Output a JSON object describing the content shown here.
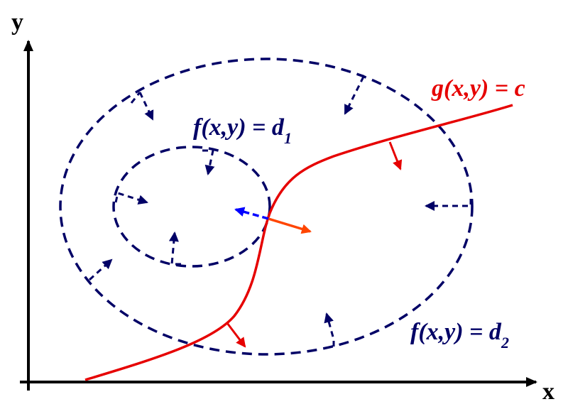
{
  "axes": {
    "x_label": "x",
    "y_label": "y"
  },
  "labels": {
    "constraint": "g(x,y) = c",
    "inner_contour": {
      "main": "f(x,y) = d",
      "sub": "1"
    },
    "outer_contour": {
      "main": "f(x,y) = d",
      "sub": "2"
    }
  },
  "colors": {
    "contour": "#000066",
    "constraint": "#e60000",
    "grad_g": "#ff4500",
    "grad_f": "#0000ff"
  }
}
